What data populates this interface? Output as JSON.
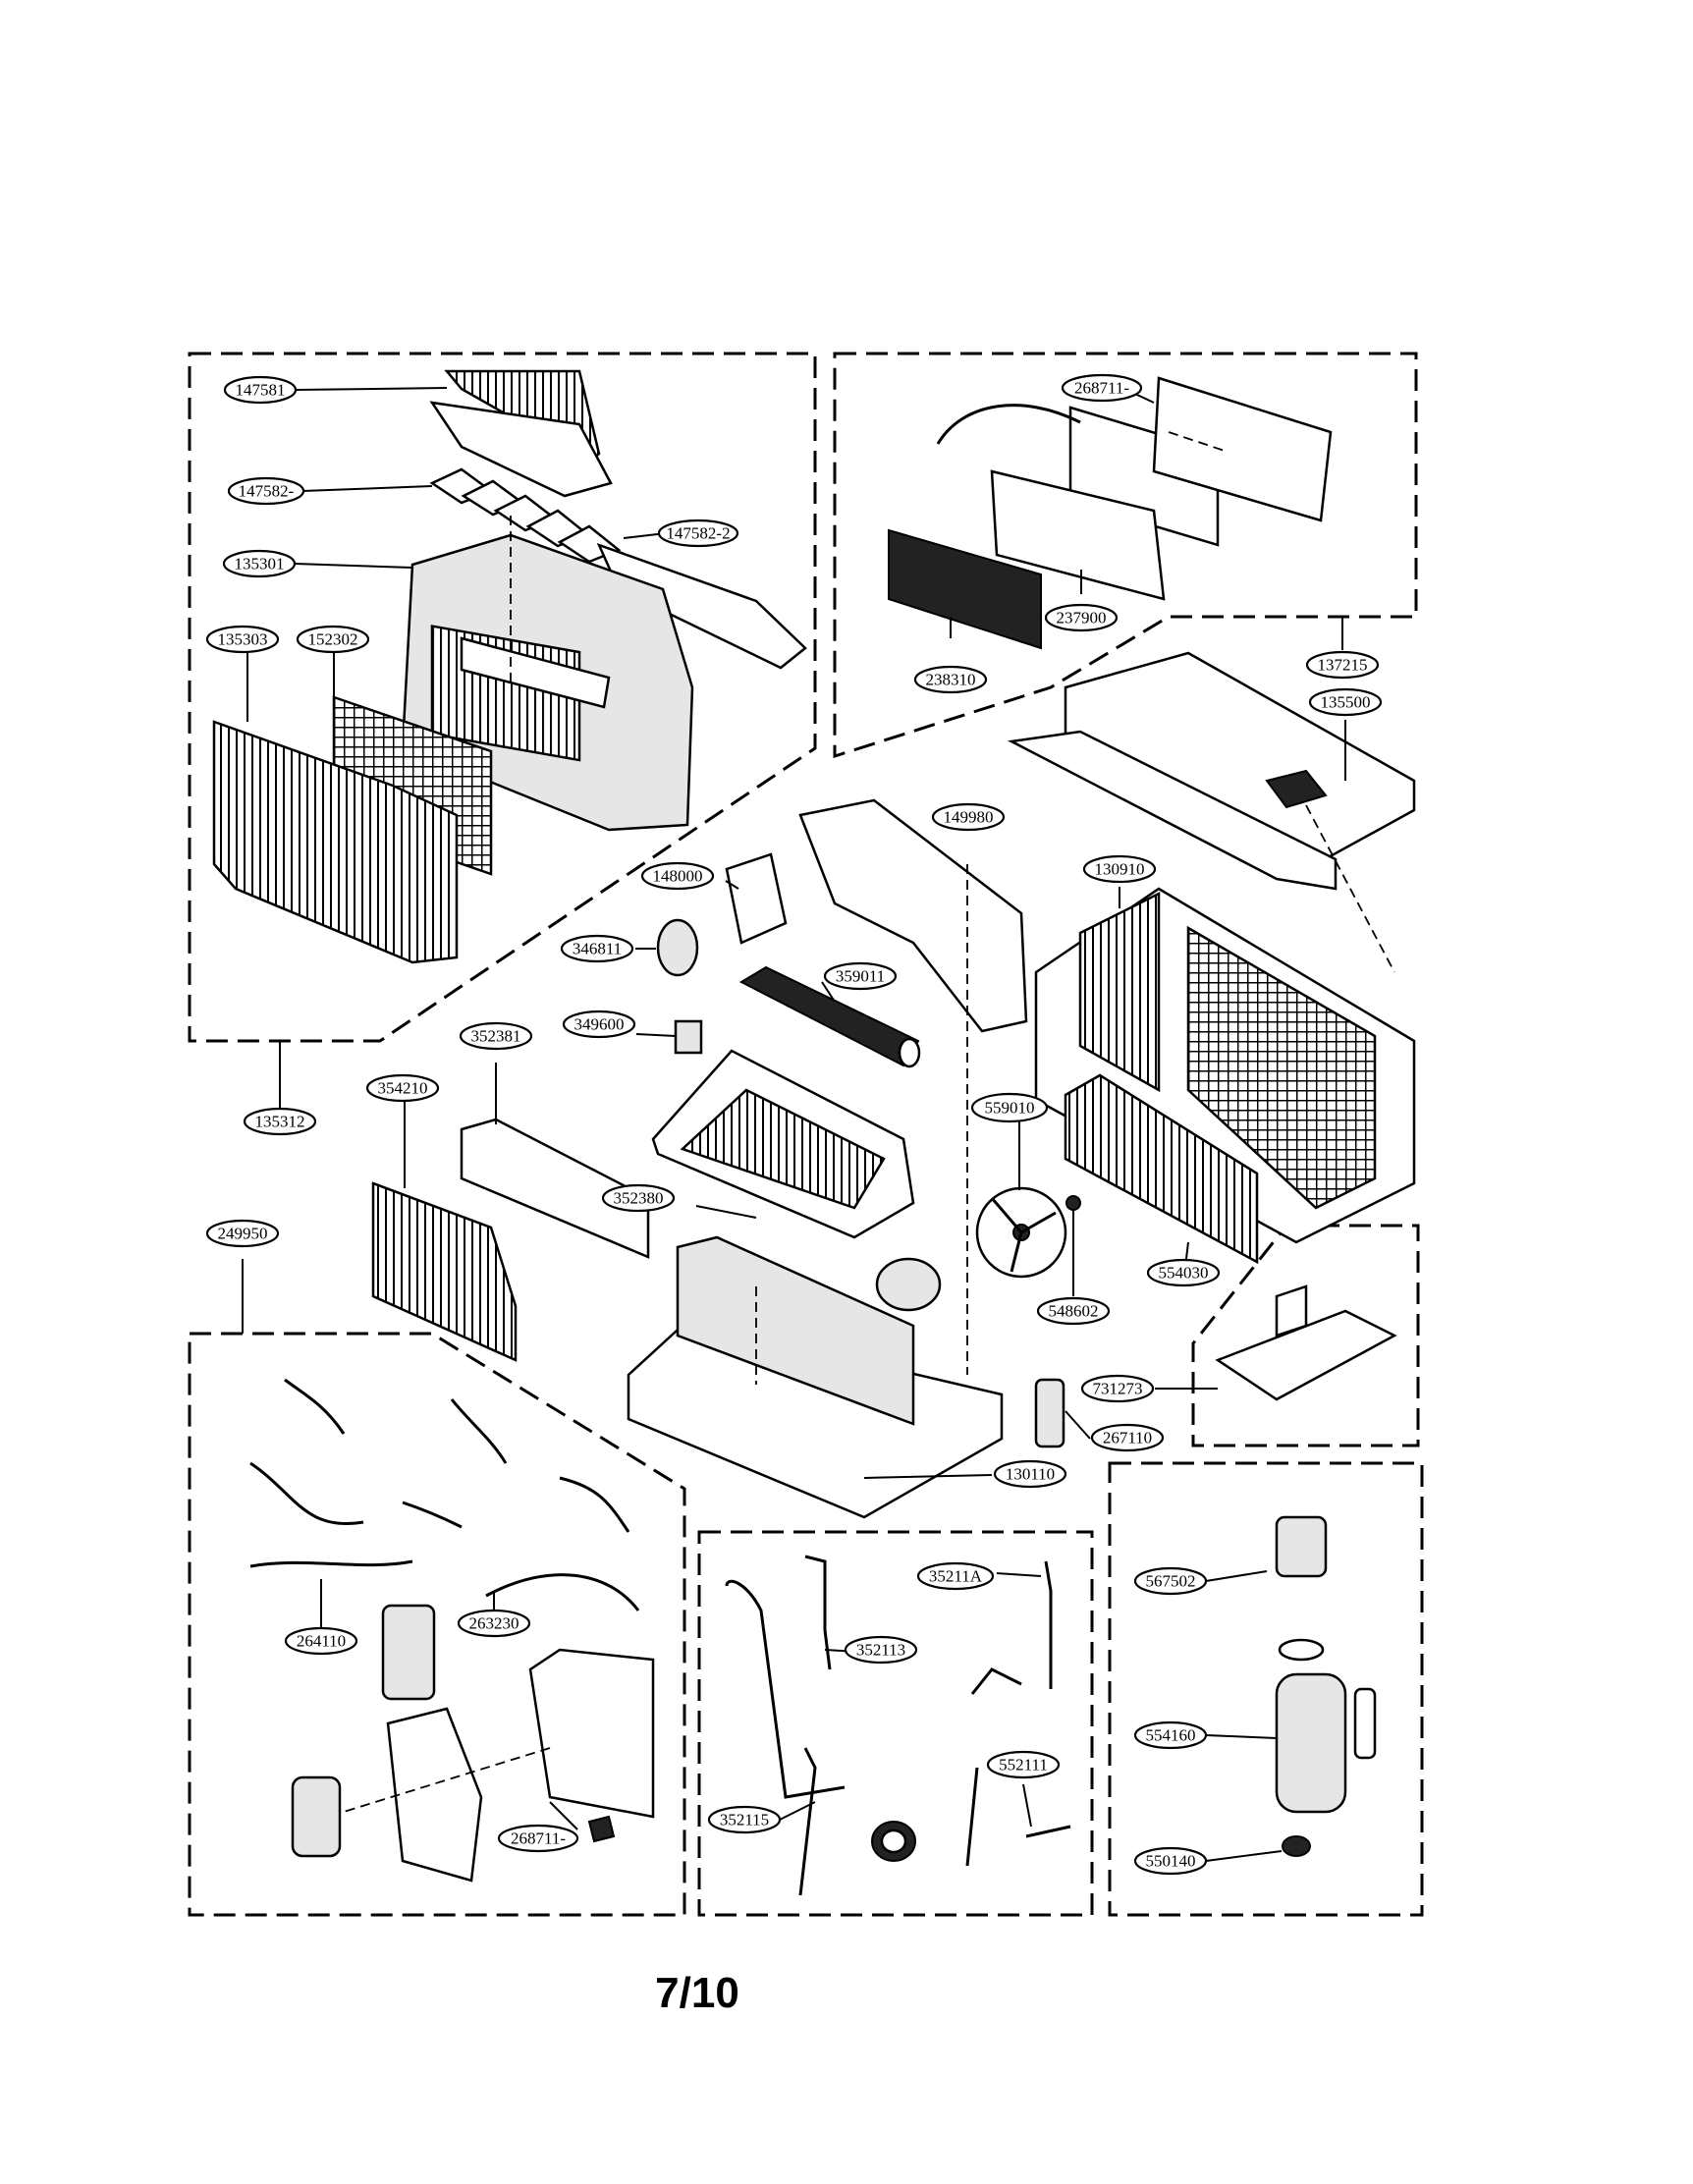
{
  "page_number": "7/10",
  "callouts": [
    {
      "id": "147581",
      "label": "147581"
    },
    {
      "id": "147582a",
      "label": "147582-"
    },
    {
      "id": "147582b",
      "label": "147582-2"
    },
    {
      "id": "135301",
      "label": "135301"
    },
    {
      "id": "135303",
      "label": "135303"
    },
    {
      "id": "152302",
      "label": "152302"
    },
    {
      "id": "135312",
      "label": "135312"
    },
    {
      "id": "268711a",
      "label": "268711-"
    },
    {
      "id": "237900",
      "label": "237900"
    },
    {
      "id": "238310",
      "label": "238310"
    },
    {
      "id": "137215",
      "label": "137215"
    },
    {
      "id": "135500",
      "label": "135500"
    },
    {
      "id": "149980",
      "label": "149980"
    },
    {
      "id": "148000",
      "label": "148000"
    },
    {
      "id": "130910",
      "label": "130910"
    },
    {
      "id": "346811",
      "label": "346811"
    },
    {
      "id": "359011",
      "label": "359011"
    },
    {
      "id": "349600",
      "label": "349600"
    },
    {
      "id": "352381",
      "label": "352381"
    },
    {
      "id": "559010",
      "label": "559010"
    },
    {
      "id": "354210",
      "label": "354210"
    },
    {
      "id": "352380",
      "label": "352380"
    },
    {
      "id": "554030",
      "label": "554030"
    },
    {
      "id": "548602",
      "label": "548602"
    },
    {
      "id": "249950",
      "label": "249950"
    },
    {
      "id": "731273",
      "label": "731273"
    },
    {
      "id": "267110",
      "label": "267110"
    },
    {
      "id": "130110",
      "label": "130110"
    },
    {
      "id": "35211A",
      "label": "35211A"
    },
    {
      "id": "352113",
      "label": "352113"
    },
    {
      "id": "567502",
      "label": "567502"
    },
    {
      "id": "264110",
      "label": "264110"
    },
    {
      "id": "263230",
      "label": "263230"
    },
    {
      "id": "554160",
      "label": "554160"
    },
    {
      "id": "552111",
      "label": "552111"
    },
    {
      "id": "352115",
      "label": "352115"
    },
    {
      "id": "268711b",
      "label": "268711-"
    },
    {
      "id": "550140",
      "label": "550140"
    }
  ]
}
